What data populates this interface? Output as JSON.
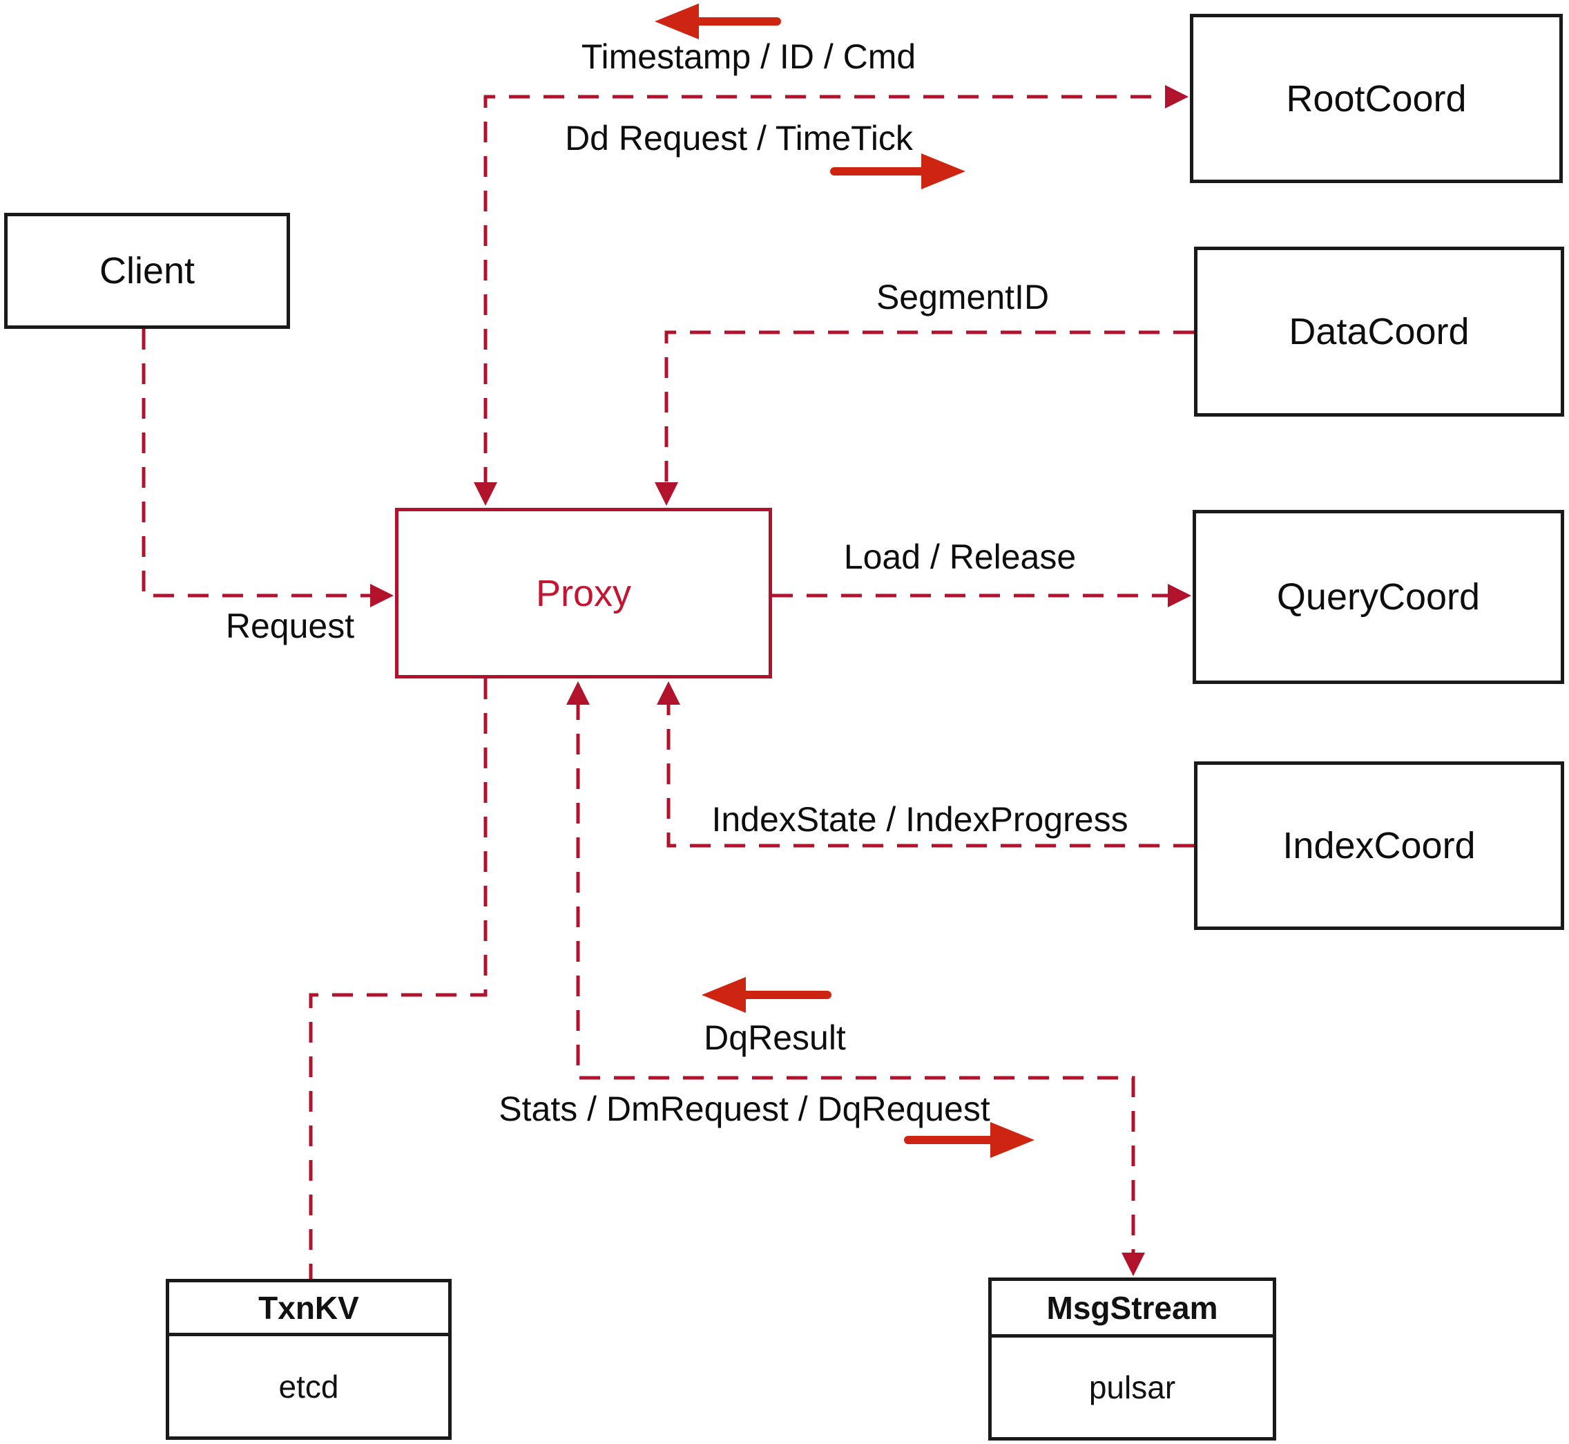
{
  "diagram": {
    "nodes": {
      "client": {
        "label": "Client"
      },
      "proxy": {
        "label": "Proxy"
      },
      "rootcoord": {
        "label": "RootCoord"
      },
      "datacoord": {
        "label": "DataCoord"
      },
      "querycoord": {
        "label": "QueryCoord"
      },
      "indexcoord": {
        "label": "IndexCoord"
      },
      "txnkv": {
        "title": "TxnKV",
        "subtitle": "etcd"
      },
      "msgstream": {
        "title": "MsgStream",
        "subtitle": "pulsar"
      }
    },
    "edge_labels": {
      "timestamp_id_cmd": "Timestamp / ID / Cmd",
      "dd_request": "Dd Request / TimeTick",
      "segment_id": "SegmentID",
      "load_release": "Load / Release",
      "index_state": "IndexState / IndexProgress",
      "request": "Request",
      "dq_result": "DqResult",
      "stats_dm_dq": "Stats / DmRequest / DqRequest"
    },
    "colors": {
      "dashed_edge_red": "#b1122c",
      "solid_arrow_red": "#cd2512",
      "proxy_red": "#c21531",
      "box_border_black": "#1a1a1a"
    }
  }
}
